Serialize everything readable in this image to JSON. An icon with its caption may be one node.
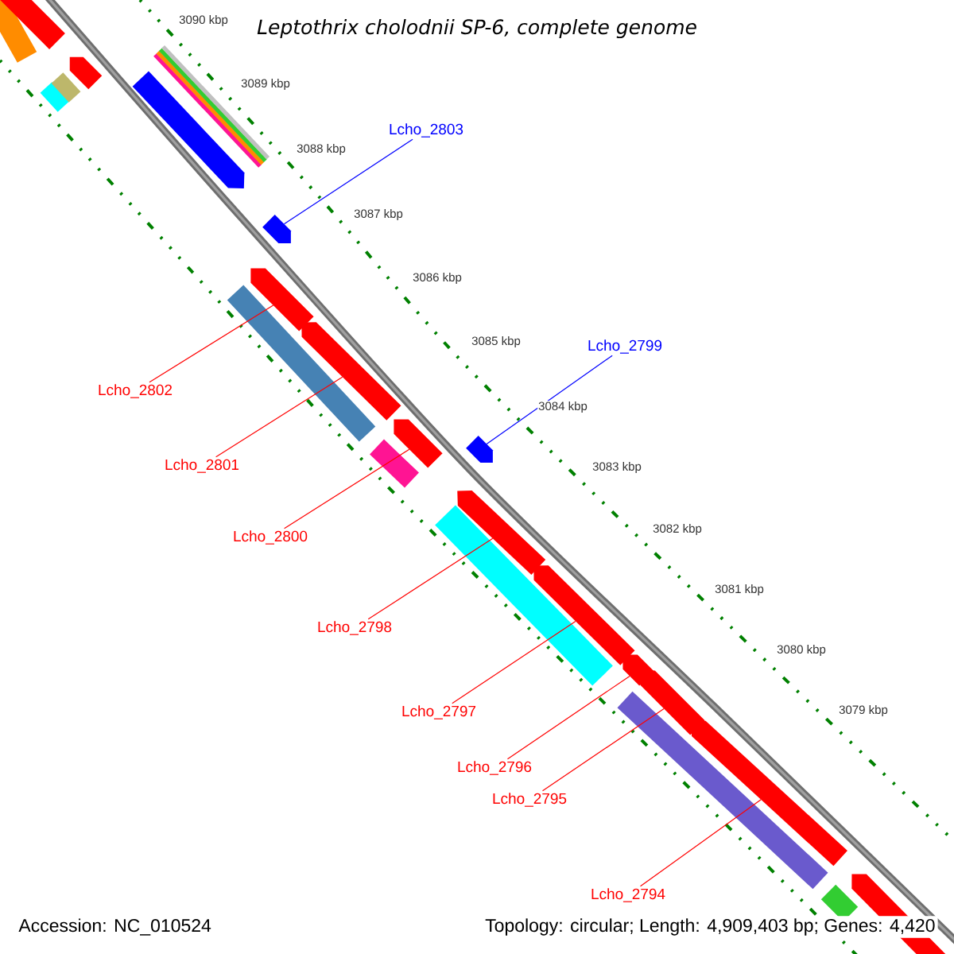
{
  "diagram": {
    "title": "Leptothrix cholodnii SP-6, complete genome",
    "nodes": [
      {
        "text": [
          "Lcho_2803"
        ]
      },
      {
        "text": [
          "Lcho_2799"
        ]
      },
      {
        "text": [
          "Lcho_2802"
        ]
      },
      {
        "text": [
          "Lcho_2801"
        ]
      },
      {
        "text": [
          "Lcho_2800"
        ]
      },
      {
        "text": [
          "Lcho_2798"
        ]
      },
      {
        "text": [
          "Lcho_2797"
        ]
      },
      {
        "text": [
          "Lcho_2796"
        ]
      },
      {
        "text": [
          "Lcho_2795"
        ]
      },
      {
        "text": [
          "Lcho_2794"
        ]
      },
      {
        "text": [],
        "shape": "bar"
      },
      {
        "text": [],
        "shape": "bar"
      },
      {
        "text": [],
        "shape": "bar"
      },
      {
        "text": [],
        "shape": "bar"
      },
      {
        "text": [],
        "shape": "bar"
      },
      {
        "text": [],
        "shape": "bar"
      },
      {
        "text": [],
        "shape": "bar"
      },
      {
        "text": [],
        "shape": "bar"
      },
      {
        "text": [],
        "shape": "bar"
      },
      {
        "text": [],
        "shape": "bar"
      },
      {
        "text": [],
        "shape": "bar"
      },
      {
        "text": [],
        "shape": "bar"
      },
      {
        "text": [],
        "shape": "bar"
      },
      {
        "text": [],
        "shape": "bar"
      },
      {
        "text": [],
        "shape": "bar"
      },
      {
        "text": [],
        "shape": "bar"
      },
      {
        "text": [],
        "shape": "bar"
      },
      {
        "text": [],
        "shape": "bar"
      },
      {
        "text": [],
        "shape": "bar"
      },
      {
        "text": [],
        "shape": "bar"
      },
      {
        "text": [],
        "shape": "bar"
      },
      {
        "text": [],
        "shape": "bar"
      },
      {
        "text": [],
        "shape": "bar"
      },
      {
        "text": [],
        "shape": "bar"
      },
      {
        "text": [],
        "shape": "bar"
      },
      {
        "text": [],
        "shape": "bar"
      }
    ],
    "edges": [
      {
        "from": 0,
        "to": 10,
        "arrow": "none",
        "color": "#0000ff"
      },
      {
        "from": 1,
        "to": 11,
        "arrow": "none",
        "color": "#0000ff"
      },
      {
        "from": 2,
        "to": 12,
        "arrow": "none"
      },
      {
        "from": 3,
        "to": 13,
        "arrow": "none"
      },
      {
        "from": 4,
        "to": 14,
        "arrow": "none"
      },
      {
        "from": 5,
        "to": 15,
        "arrow": "none"
      },
      {
        "from": 6,
        "to": 16,
        "arrow": "none"
      },
      {
        "from": 7,
        "to": 17,
        "arrow": "none"
      },
      {
        "from": 8,
        "to": 18,
        "arrow": "none"
      },
      {
        "from": 9,
        "to": 19,
        "arrow": "none"
      }
    ],
    "labels": [
      "3090 kbp",
      "3089 kbp",
      "3088 kbp",
      "3087 kbp",
      "3086 kbp",
      "3085 kbp",
      "3084 kbp",
      "3083 kbp",
      "3082 kbp",
      "3081 kbp",
      "3080 kbp",
      "3079 kbp",
      "Accession: NC_010524",
      "Topology: circular; Length: 4,909,403 bp; Genes: 4,420"
    ]
  }
}
